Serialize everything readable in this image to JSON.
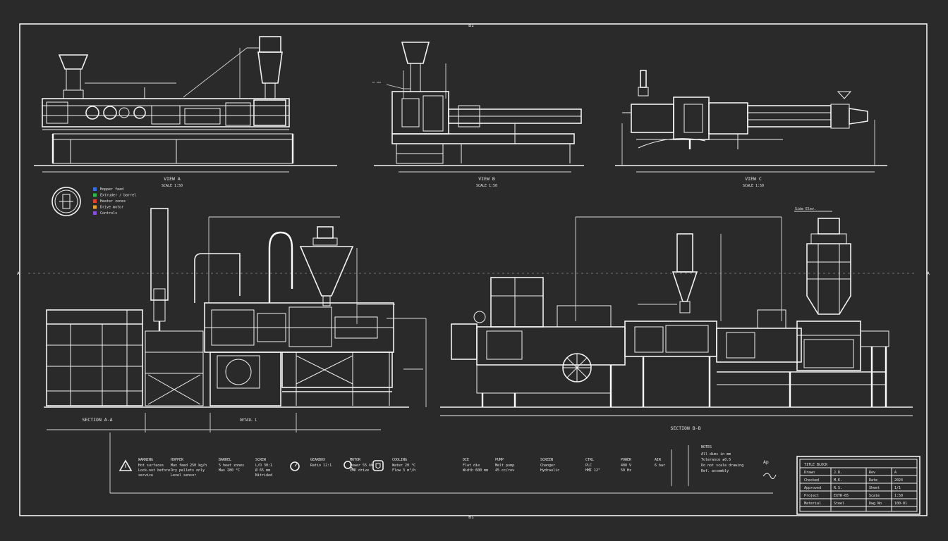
{
  "sheet": {
    "border_marks": {
      "top": "B1",
      "bottom": "B1",
      "left": "A",
      "right": "A"
    },
    "colors": {
      "background": "#2a2a2a",
      "line": "#f2f2f2"
    }
  },
  "views": {
    "top_left": {
      "caption_1": "VIEW A",
      "caption_2": "SCALE 1:50"
    },
    "top_middle": {
      "caption_1": "VIEW B",
      "caption_2": "SCALE 1:50"
    },
    "top_right": {
      "caption_1": "VIEW C",
      "caption_2": "SCALE 1:50"
    },
    "bottom_left": {
      "caption_1": "SECTION A-A",
      "caption_2": "DETAIL 1"
    },
    "bottom_right": {
      "caption_1": "SECTION B-B",
      "header_label": "Side Elev."
    }
  },
  "legend": {
    "icon": "machine-emblem-icon",
    "items": [
      {
        "color": "#3a6fe0",
        "label": "Hopper feed"
      },
      {
        "color": "#2fb84a",
        "label": "Extruder / barrel"
      },
      {
        "color": "#e0462f",
        "label": "Heater zones"
      },
      {
        "color": "#e8a22f",
        "label": "Drive motor"
      },
      {
        "color": "#8a4fd8",
        "label": "Controls"
      }
    ]
  },
  "notes": {
    "warning_icon": "warning-triangle-icon",
    "blocks": [
      {
        "title": "WARNING",
        "lines": [
          "Hot surfaces",
          "Lock-out before",
          "service"
        ]
      },
      {
        "title": "HOPPER",
        "lines": [
          "Max feed 250 kg/h",
          "Dry pellets only",
          "Level sensor"
        ]
      },
      {
        "title": "BARREL",
        "lines": [
          "5 heat zones",
          "Max 280 °C"
        ]
      },
      {
        "title": "SCREW",
        "lines": [
          "L/D 30:1",
          "Ø 65 mm",
          "Nitrided"
        ]
      },
      {
        "title": "GEARBOX",
        "lines": [
          "Ratio 12:1"
        ]
      },
      {
        "title": "MOTOR",
        "lines": [
          "Power 55 kW",
          "VFD drive"
        ]
      },
      {
        "title": "COOLING",
        "lines": [
          "Water 20 °C",
          "Flow 3 m³/h"
        ]
      }
    ],
    "right_blocks": [
      {
        "title": "DIE",
        "lines": [
          "Flat die",
          "Width 600 mm"
        ]
      },
      {
        "title": "PUMP",
        "lines": [
          "Melt pump",
          "45 cc/rev"
        ]
      },
      {
        "title": "SCREEN",
        "lines": [
          "Changer",
          "Hydraulic"
        ]
      },
      {
        "title": "CTRL",
        "lines": [
          "PLC",
          "HMI 12\""
        ]
      },
      {
        "title": "POWER",
        "lines": [
          "400 V",
          "50 Hz"
        ]
      },
      {
        "title": "AIR",
        "lines": [
          "6 bar"
        ]
      }
    ],
    "remarks_title": "NOTES",
    "remarks_lines": [
      "All dims in mm",
      "Tolerance ±0.5",
      "Do not scale drawing",
      "Ref. assembly"
    ],
    "sign_label": "Ap",
    "symbols": [
      "gauge-icon",
      "valve-icon",
      "shield-icon",
      "signature-icon"
    ]
  },
  "title_block": {
    "header": "TITLE BLOCK",
    "rows": [
      [
        "Drawn",
        "J.D.",
        "Rev",
        "A"
      ],
      [
        "Checked",
        "M.K.",
        "Date",
        "2024"
      ],
      [
        "Approved",
        "R.S.",
        "Sheet",
        "1/1"
      ],
      [
        "Project",
        "EXTR-65",
        "Scale",
        "1:50"
      ],
      [
        "Material",
        "Steel",
        "Dwg No",
        "100-01"
      ]
    ]
  }
}
